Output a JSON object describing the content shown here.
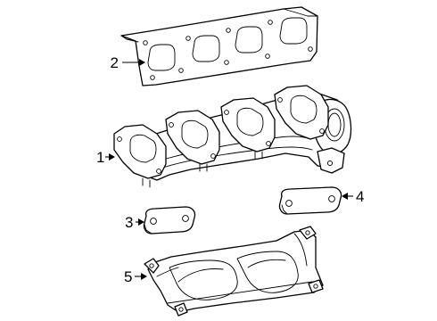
{
  "callouts": [
    {
      "id": "1",
      "label": "1",
      "part": "exhaust-manifold"
    },
    {
      "id": "2",
      "label": "2",
      "part": "manifold-gasket"
    },
    {
      "id": "3",
      "label": "3",
      "part": "small-gasket-left"
    },
    {
      "id": "4",
      "label": "4",
      "part": "small-gasket-right"
    },
    {
      "id": "5",
      "label": "5",
      "part": "heat-shield"
    }
  ],
  "colors": {
    "line": "#000000",
    "background": "#ffffff"
  }
}
